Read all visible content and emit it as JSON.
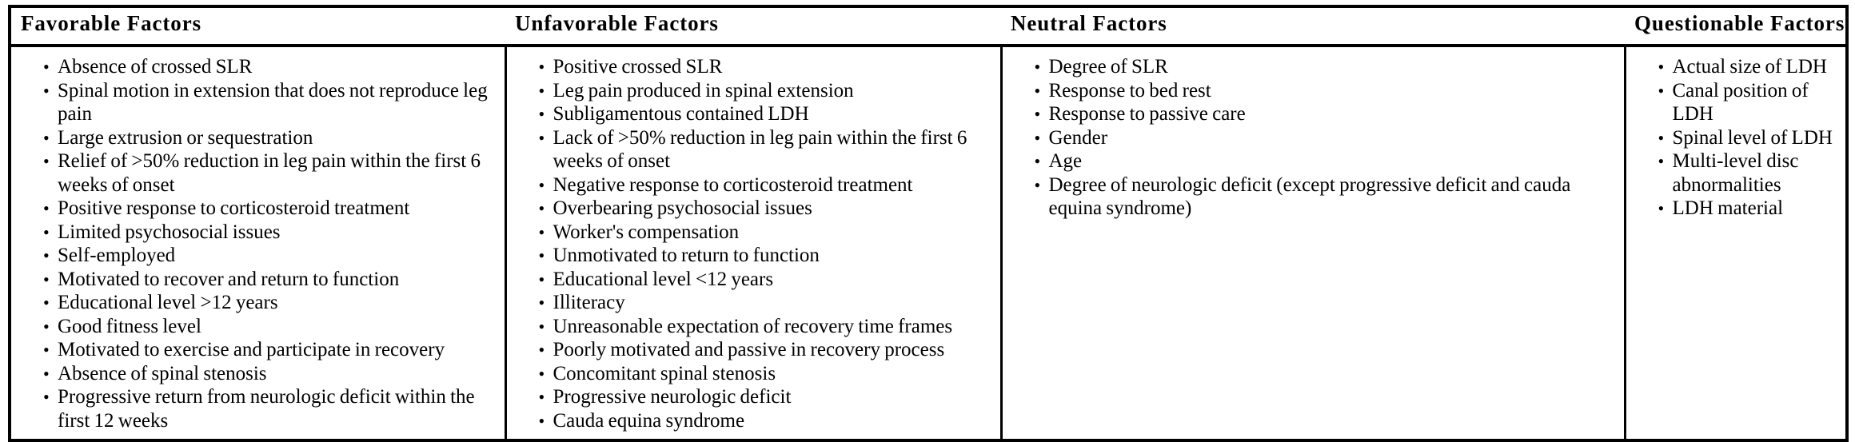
{
  "table": {
    "columns": [
      {
        "header": "Favorable Factors",
        "items": [
          "Absence of crossed SLR",
          "Spinal motion in extension that does not reproduce leg pain",
          "Large extrusion or sequestration",
          "Relief of >50% reduction in leg pain within the first 6 weeks of onset",
          "Positive response to corticosteroid treatment",
          "Limited psychosocial issues",
          "Self-employed",
          "Motivated to recover and return to function",
          "Educational level >12 years",
          "Good fitness level",
          "Motivated to exercise and participate in recovery",
          "Absence of spinal stenosis",
          "Progressive return from neurologic deficit within the first 12 weeks"
        ]
      },
      {
        "header": "Unfavorable Factors",
        "items": [
          "Positive crossed SLR",
          "Leg pain produced in spinal extension",
          "Subligamentous contained LDH",
          "Lack of >50% reduction in leg pain within the first 6 weeks of onset",
          "Negative response to corticosteroid treatment",
          "Overbearing psychosocial issues",
          "Worker's compensation",
          "Unmotivated to return to function",
          "Educational level <12 years",
          "Illiteracy",
          "Unreasonable expectation of recovery time frames",
          "Poorly motivated and passive in recovery process",
          "Concomitant spinal stenosis",
          "Progressive neurologic deficit",
          "Cauda equina syndrome"
        ]
      },
      {
        "header": "Neutral Factors",
        "items": [
          "Degree of SLR",
          "Response to bed rest",
          "Response to passive care",
          "Gender",
          "Age",
          "Degree of neurologic deficit (except progressive deficit and cauda equina syndrome)"
        ]
      },
      {
        "header": "Questionable Factors",
        "items": [
          "Actual size of LDH",
          "Canal position of LDH",
          "Spinal level of LDH",
          "Multi-level disc abnormalities",
          "LDH material"
        ]
      }
    ]
  },
  "style": {
    "border_color": "#000000",
    "text_color": "#000000",
    "background": "#ffffff"
  }
}
